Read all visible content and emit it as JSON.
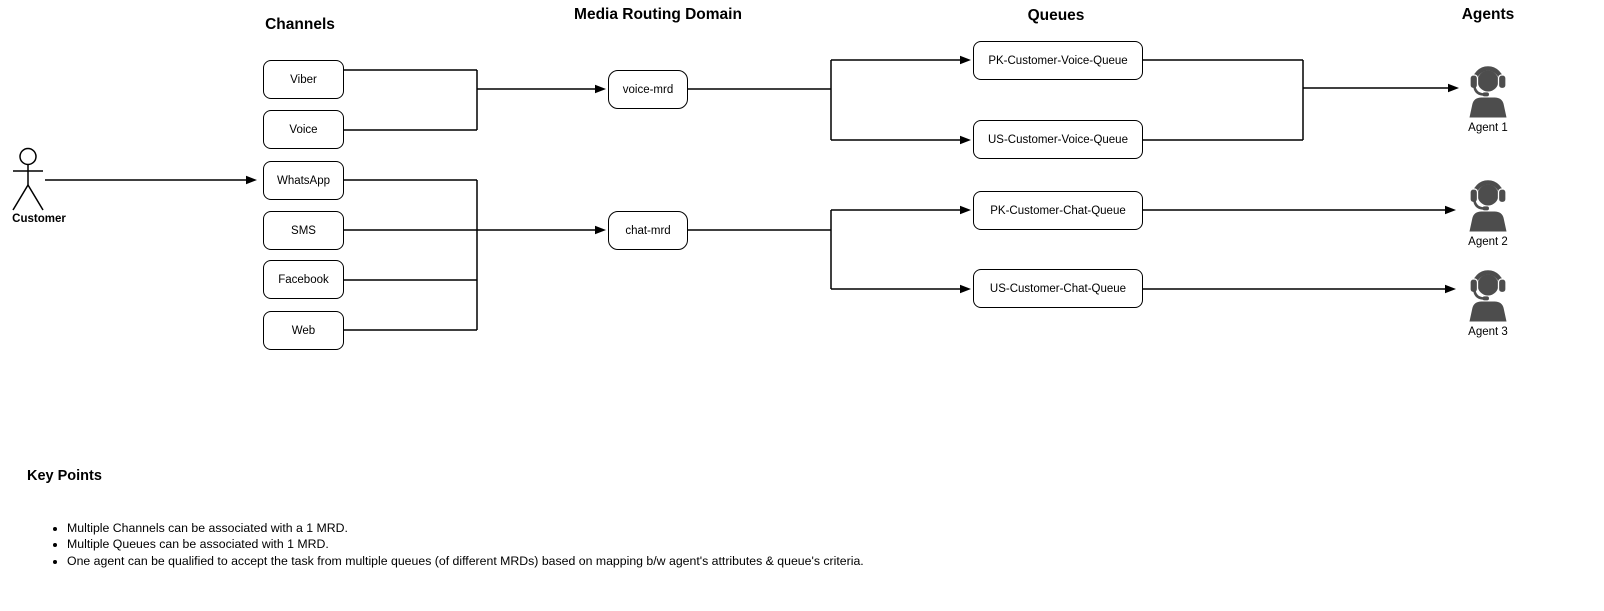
{
  "diagram": {
    "headers": {
      "channels": "Channels",
      "mrd": "Media Routing Domain",
      "queues": "Queues",
      "agents": "Agents"
    },
    "customer": {
      "label": "Customer"
    },
    "channels": [
      {
        "label": "Viber"
      },
      {
        "label": "Voice"
      },
      {
        "label": "WhatsApp"
      },
      {
        "label": "SMS"
      },
      {
        "label": "Facebook"
      },
      {
        "label": "Web"
      }
    ],
    "mrds": [
      {
        "label": "voice-mrd"
      },
      {
        "label": "chat-mrd"
      }
    ],
    "queues": [
      {
        "label": "PK-Customer-Voice-Queue"
      },
      {
        "label": "US-Customer-Voice-Queue"
      },
      {
        "label": "PK-Customer-Chat-Queue"
      },
      {
        "label": "US-Customer-Chat-Queue"
      }
    ],
    "agents": [
      {
        "label": "Agent 1"
      },
      {
        "label": "Agent 2"
      },
      {
        "label": "Agent 3"
      }
    ],
    "colors": {
      "line": "#000000",
      "agent_icon": "#4d4d4d",
      "background": "#ffffff"
    }
  },
  "key_points": {
    "title": "Key Points",
    "bullets": [
      "Multiple Channels can be associated with a 1 MRD.",
      "Multiple Queues can be associated with 1 MRD.",
      "One agent can be qualified to accept the task from multiple queues (of different MRDs) based on mapping b/w agent's attributes & queue's criteria."
    ]
  }
}
